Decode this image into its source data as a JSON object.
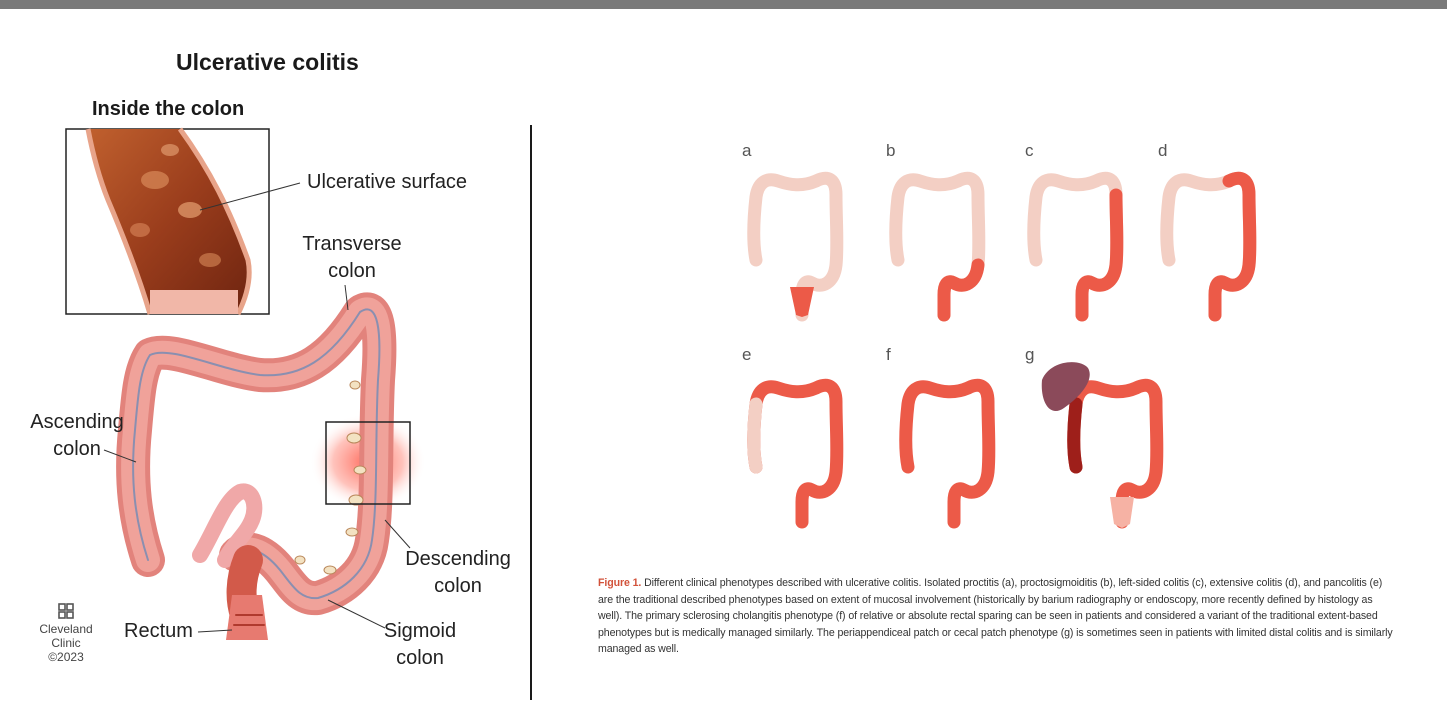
{
  "left_panel": {
    "title": "Ulcerative colitis",
    "inset_title": "Inside the colon",
    "labels": {
      "ulcerative_surface": "Ulcerative surface",
      "transverse_1": "Transverse",
      "transverse_2": "colon",
      "ascending_1": "Ascending",
      "ascending_2": "colon",
      "descending_1": "Descending",
      "descending_2": "colon",
      "rectum": "Rectum",
      "sigmoid_1": "Sigmoid",
      "sigmoid_2": "colon"
    },
    "credit": {
      "line1": "Cleveland",
      "line2": "Clinic",
      "line3": "©2023"
    }
  },
  "right_panel": {
    "panel_letters": [
      "a",
      "b",
      "c",
      "d",
      "e",
      "f",
      "g"
    ],
    "caption": {
      "figure_label": "Figure 1.",
      "text": " Different clinical phenotypes described with ulcerative colitis. Isolated proctitis (a), proctosigmoiditis (b), left-sided colitis (c), extensive colitis (d), and pancolitis (e) are the traditional described phenotypes based on extent of mucosal involvement (historically by barium radiography or endoscopy, more recently defined by histology as well). The primary sclerosing cholangitis phenotype (f) of relative or absolute rectal sparing can be seen in patients and considered a variant of the traditional extent-based phenotypes but is medically managed similarly. The periappendiceal patch or cecal patch phenotype (g) is sometimes seen in patients with limited distal colitis and is similarly managed as well."
    }
  },
  "colors": {
    "top_bar": "#7a7a7a",
    "healthy_colon": "#f6cfc6",
    "inflamed_colon": "#ec5a48",
    "liver": "#8b4a5a",
    "caption_accent": "#d2523a"
  }
}
